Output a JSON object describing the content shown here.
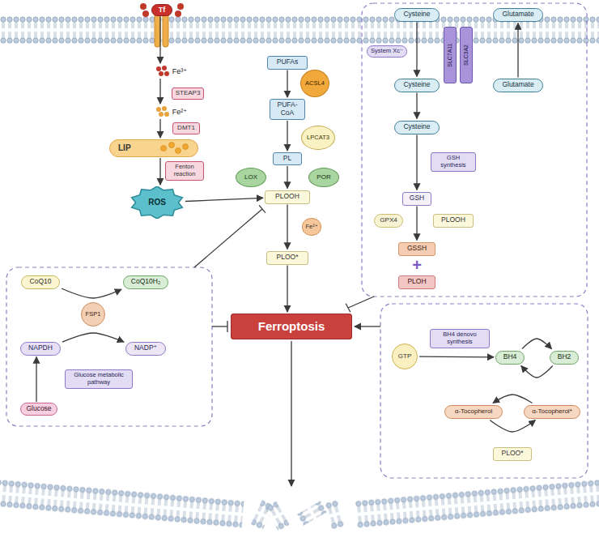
{
  "diagram": {
    "nodes": [
      {
        "text": [
          "Tf"
        ]
      },
      {
        "text": [
          "Fe³⁺"
        ]
      },
      {
        "text": [
          "STEAP3"
        ]
      },
      {
        "text": [
          "Fe²⁺"
        ]
      },
      {
        "text": [
          "DMT1"
        ]
      },
      {
        "text": [
          "LIP"
        ]
      },
      {
        "text": [
          "Fenton reaction"
        ]
      },
      {
        "text": [
          "ROS"
        ]
      },
      {
        "text": [
          "PUFAs"
        ]
      },
      {
        "text": [
          "ACSL4"
        ]
      },
      {
        "text": [
          "PUFA-CoA"
        ]
      },
      {
        "text": [
          "LPCAT3"
        ]
      },
      {
        "text": [
          "PL"
        ]
      },
      {
        "text": [
          "LOX"
        ]
      },
      {
        "text": [
          "POR"
        ]
      },
      {
        "text": [
          "PLOOH"
        ]
      },
      {
        "text": [
          "Fe²⁺"
        ]
      },
      {
        "text": [
          "PLOO*"
        ]
      },
      {
        "text": [
          "Ferroptosis"
        ]
      },
      {
        "text": [
          "Cysteine"
        ]
      },
      {
        "text": [
          "Glutamate"
        ]
      },
      {
        "text": [
          "System Xc⁻"
        ]
      },
      {
        "text": [
          "SLC7A11"
        ]
      },
      {
        "text": [
          "SLC3A2"
        ]
      },
      {
        "text": [
          "Cysteine"
        ]
      },
      {
        "text": [
          "Glutamate"
        ]
      },
      {
        "text": [
          "Cysteine"
        ]
      },
      {
        "text": [
          "GSH synthesis"
        ]
      },
      {
        "text": [
          "GSH"
        ]
      },
      {
        "text": [
          "GPX4"
        ]
      },
      {
        "text": [
          "PLOOH"
        ]
      },
      {
        "text": [
          "GSSH"
        ]
      },
      {
        "text": [
          "PLOH"
        ]
      },
      {
        "text": [
          "CoQ10"
        ]
      },
      {
        "text": [
          "CoQ10H₂"
        ]
      },
      {
        "text": [
          "FSP1"
        ]
      },
      {
        "text": [
          "NAPDH"
        ]
      },
      {
        "text": [
          "NADP⁺"
        ]
      },
      {
        "text": [
          "Glucose metabolic pathway"
        ]
      },
      {
        "text": [
          "Glucose"
        ]
      },
      {
        "text": [
          "GTP"
        ]
      },
      {
        "text": [
          "BH4 denovo synthesis"
        ]
      },
      {
        "text": [
          "BH4"
        ]
      },
      {
        "text": [
          "BH2"
        ]
      },
      {
        "text": [
          "α-Tocopherol"
        ]
      },
      {
        "text": [
          "α-Tocopherol*"
        ]
      },
      {
        "text": [
          "PLOO*"
        ]
      }
    ],
    "edges": [
      {
        "from": 0,
        "to": 1,
        "arrow": "to"
      },
      {
        "from": 1,
        "to": 3,
        "arrow": "to"
      },
      {
        "from": 3,
        "to": 5,
        "arrow": "to"
      },
      {
        "from": 5,
        "to": 7,
        "arrow": "to"
      },
      {
        "from": 7,
        "to": 15,
        "arrow": "to"
      },
      {
        "from": 8,
        "to": 10,
        "arrow": "to"
      },
      {
        "from": 10,
        "to": 12,
        "arrow": "to"
      },
      {
        "from": 12,
        "to": 15,
        "arrow": "to"
      },
      {
        "from": 15,
        "to": 17,
        "arrow": "to"
      },
      {
        "from": 17,
        "to": 18,
        "arrow": "to"
      },
      {
        "from": 19,
        "to": 24,
        "arrow": "to"
      },
      {
        "from": 25,
        "to": 20,
        "arrow": "to"
      },
      {
        "from": 24,
        "to": 26,
        "arrow": "to"
      },
      {
        "from": 26,
        "to": 28,
        "arrow": "to"
      },
      {
        "from": 28,
        "to": 31,
        "arrow": "to"
      },
      {
        "from": 33,
        "to": 34,
        "arrow": "to"
      },
      {
        "from": 36,
        "to": 37,
        "arrow": "to"
      },
      {
        "from": 39,
        "to": 36,
        "arrow": "to"
      },
      {
        "from": 40,
        "to": 42,
        "arrow": "to"
      },
      {
        "from": 42,
        "to": 43,
        "arrow": "to"
      },
      {
        "from": 43,
        "to": 42,
        "arrow": "to"
      },
      {
        "from": 45,
        "to": 44,
        "arrow": "to"
      },
      {
        "from": 44,
        "to": 45,
        "arrow": "to"
      }
    ],
    "labels": [
      "+"
    ]
  }
}
